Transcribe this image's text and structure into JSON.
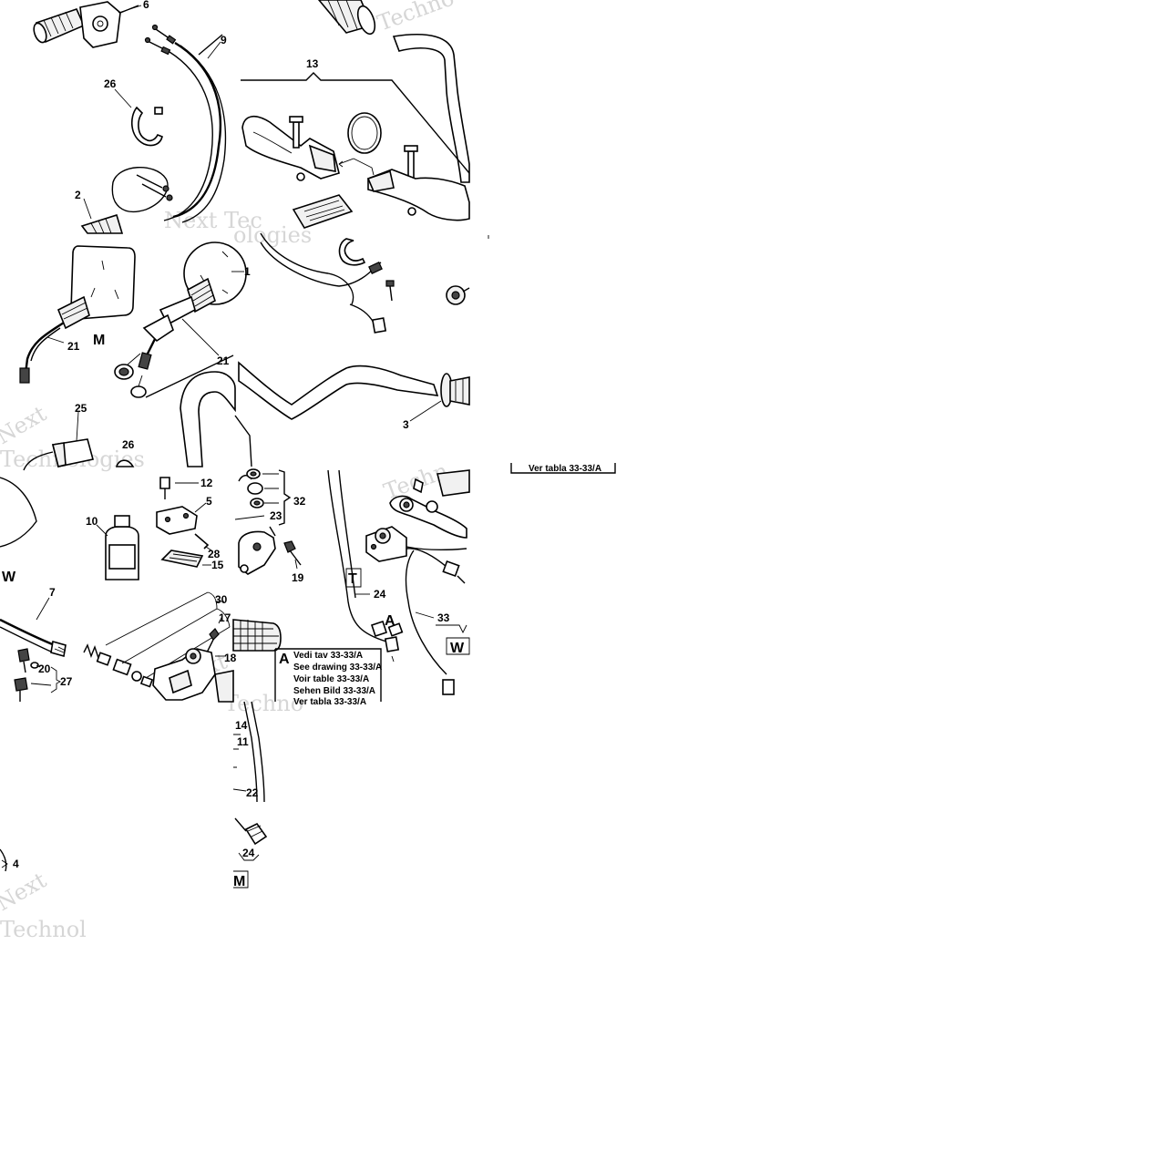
{
  "callouts": {
    "c6": "6",
    "c9": "9",
    "c26a": "26",
    "c2": "2",
    "c13": "13",
    "c1": "1",
    "c21a": "21",
    "c21b": "21",
    "c3": "3",
    "c25": "25",
    "c26b": "26",
    "c12": "12",
    "c5": "5",
    "c10": "10",
    "c28": "28",
    "c15": "15",
    "c7": "7",
    "c30": "30",
    "c17": "17",
    "c18": "18",
    "c20": "20",
    "c27": "27",
    "c32": "32",
    "c23": "23",
    "c19": "19",
    "c24a": "24",
    "c33": "33",
    "c14": "14",
    "c11": "11",
    "c22": "22",
    "c24b": "24",
    "c4": "4"
  },
  "letters": {
    "m1": "M",
    "w1": "W",
    "t": "T",
    "a": "A",
    "w2": "W",
    "m2": "M"
  },
  "note": {
    "letter": "A",
    "lines": [
      "Vedi tav 33-33/A",
      "See drawing 33-33/A",
      "Voir table 33-33/A",
      "Sehen Bild 33-33/A",
      "Ver tabla 33-33/A"
    ],
    "stray": "Ver tabla 33-33/A"
  },
  "watermark": {
    "w1": "Techno",
    "w2": "Next Tec",
    "w3": "ologies",
    "w4": "Next",
    "w5": "Technologies",
    "w6": "Techn",
    "w7": "Next",
    "w8": "Techno",
    "w9": "Next",
    "w10": "Technol"
  },
  "colors": {
    "ink": "#000000",
    "watermark": "#d6d6d6",
    "background": "#ffffff"
  }
}
